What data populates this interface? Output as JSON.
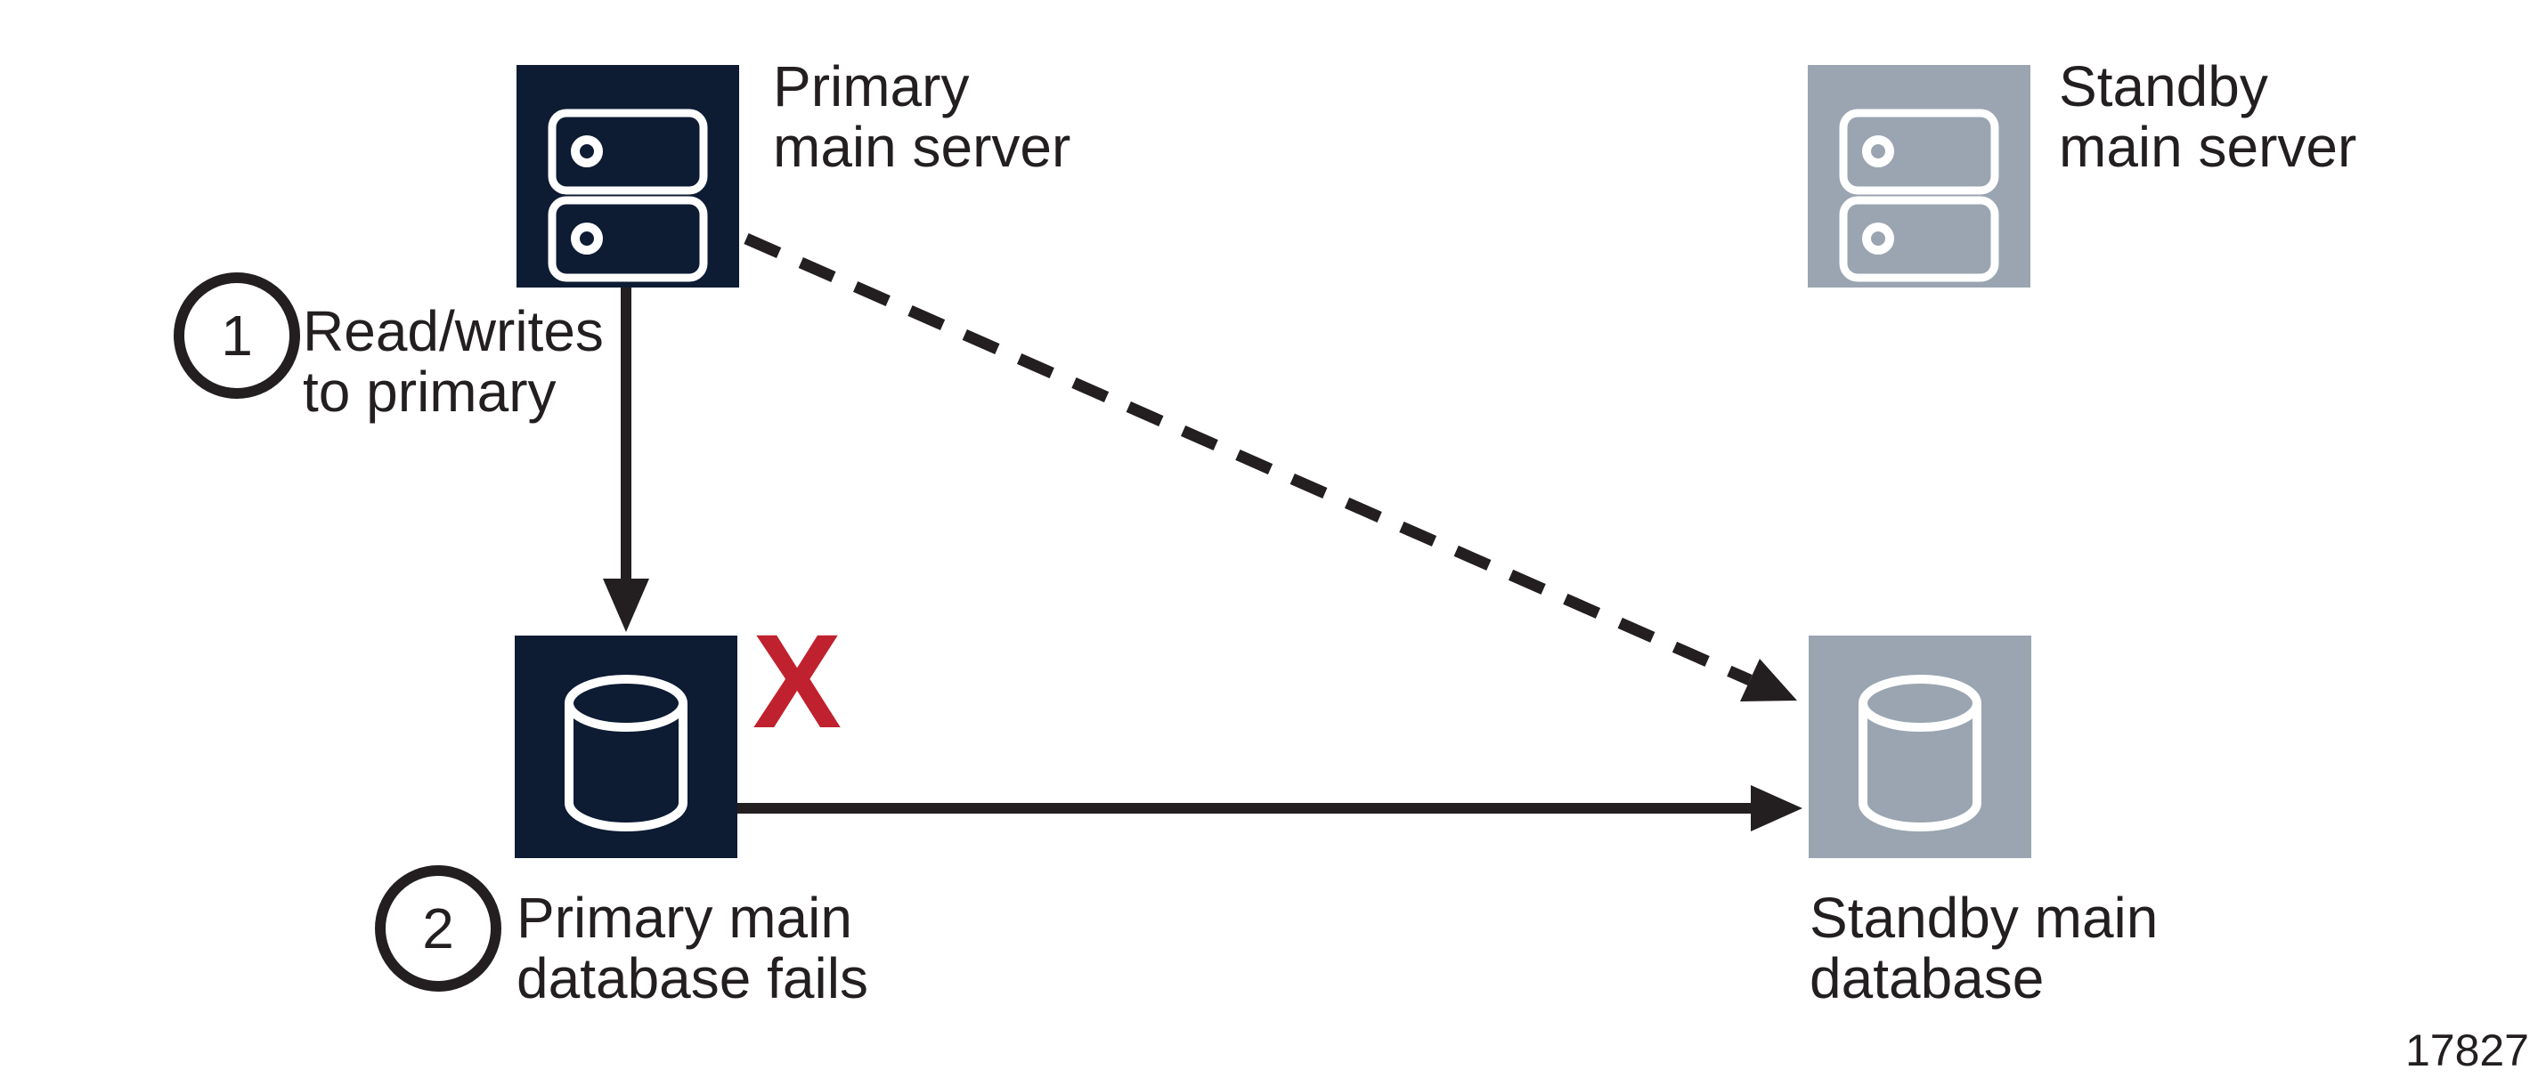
{
  "colors": {
    "primary": "#0d1b33",
    "standby": "#9aa5b1",
    "failure": "#c0212e",
    "line": "#231f20"
  },
  "nodes": {
    "primary_server": {
      "line1": "Primary",
      "line2": "main server"
    },
    "standby_server": {
      "line1": "Standby",
      "line2": "main server"
    },
    "primary_database": {
      "line1": "Primary main",
      "line2": "database fails"
    },
    "standby_database": {
      "line1": "Standby main",
      "line2": "database"
    }
  },
  "steps": {
    "step1": {
      "number": "1",
      "line1": "Read/writes",
      "line2": "to primary"
    },
    "step2": {
      "number": "2"
    }
  },
  "failure_mark": "X",
  "figure_number": "17827"
}
